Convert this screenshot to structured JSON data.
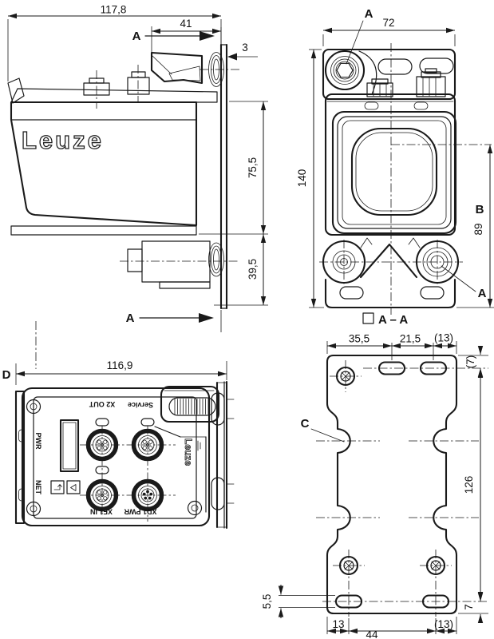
{
  "drawing": {
    "brand_logo": "Leuze",
    "side_view": {
      "dim_total_depth": "117,8",
      "dim_head_depth": "41",
      "dim_plate_thickness": "3",
      "dim_upper_height": "75,5",
      "dim_lower_height": "39,5",
      "section_label": "A"
    },
    "front_view": {
      "dim_width": "72",
      "dim_height": "140",
      "dim_axis_height": "89",
      "ref_screw": "A",
      "ref_axis": "B",
      "section_caption": "A – A"
    },
    "rear_view": {
      "ref": "D",
      "dim_width": "116,9",
      "label_x2_out": "X2 OUT",
      "label_service": "Service",
      "label_pwr": "PWR",
      "label_net": "NET",
      "label_xf1_in": "XF1 IN",
      "label_xd1_pwr": "XD1 PWR",
      "brand_side": "Leuze"
    },
    "plate_view": {
      "ref": "C",
      "dim_top_1": "35,5",
      "dim_top_2": "21,5",
      "dim_top_3": "(13)",
      "dim_right_offset": "(7)",
      "dim_hole_spacing": "126",
      "dim_slot_width": "5,5",
      "dim_bottom_offset": "7",
      "dim_bottom_1": "13",
      "dim_bottom_2": "44",
      "dim_bottom_3": "(13)"
    },
    "colors": {
      "line": "#1a1a1a",
      "background": "#ffffff"
    }
  }
}
